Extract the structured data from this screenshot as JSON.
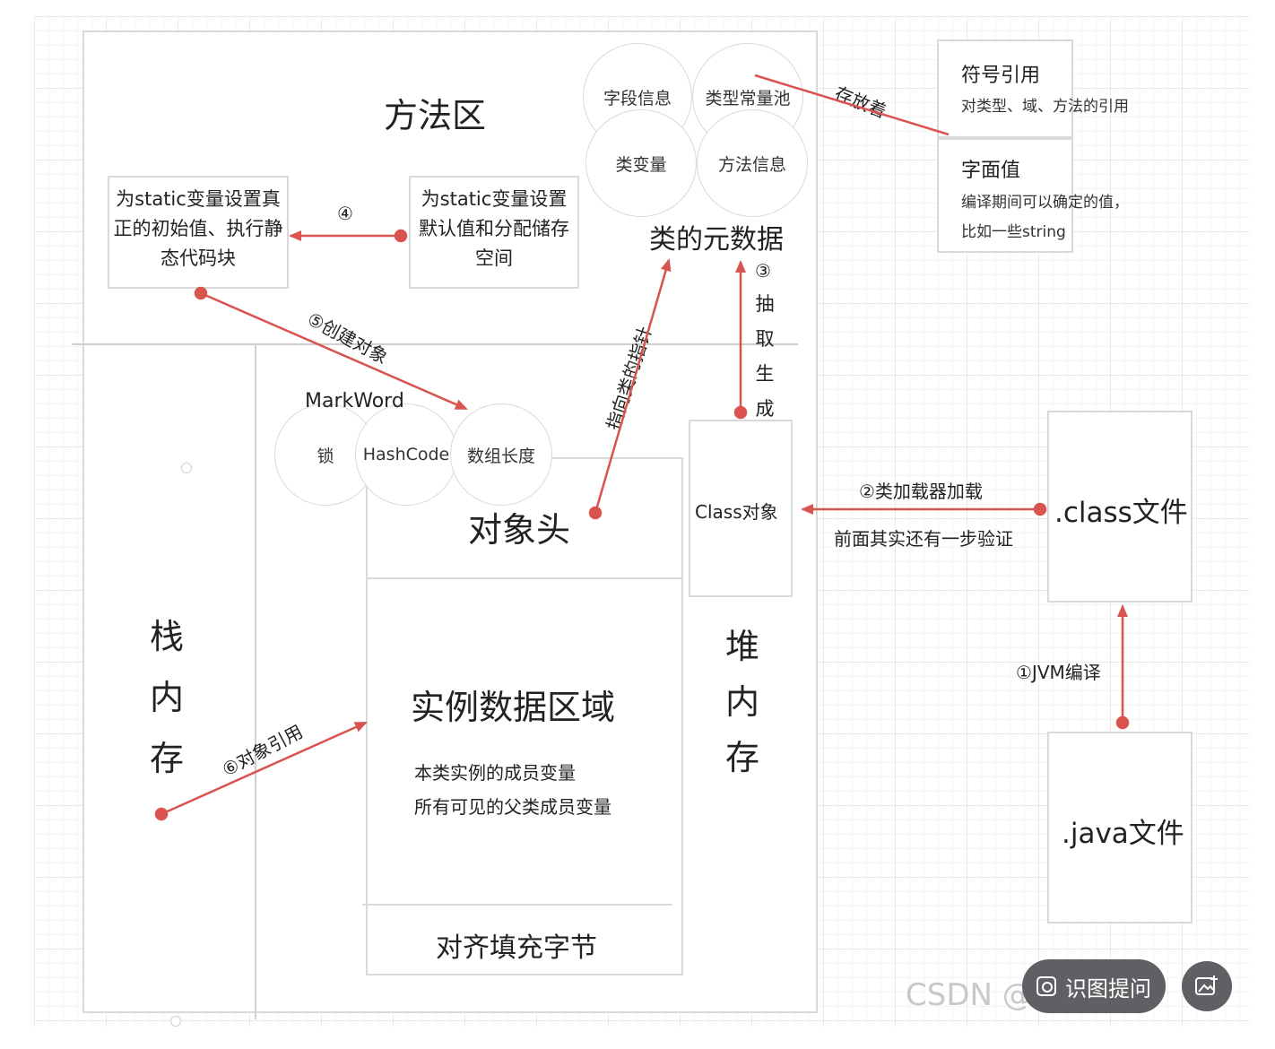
{
  "method_area": {
    "title": "方法区",
    "metadata_title": "类的元数据",
    "circles": [
      "字段信息",
      "类型常量池",
      "类变量",
      "方法信息"
    ],
    "box_init_real": "为static变量设置真正的初始值、执行静态代码块",
    "box_init_default": "为static变量设置默认值和分配储存空间",
    "step4": "④"
  },
  "constant_pool": {
    "symbol_ref_title": "符号引用",
    "symbol_ref_desc": "对类型、域、方法的引用",
    "literal_title": "字面值",
    "literal_desc1": "编译期间可以确定的值，",
    "literal_desc2": "比如一些string",
    "stores_label": "存放着"
  },
  "heap": {
    "title_chars": [
      "堆",
      "内",
      "存"
    ],
    "object_header": "对象头",
    "markword": "MarkWord",
    "header_circles": [
      "锁",
      "HashCode",
      "数组长度"
    ],
    "instance_data": "实例数据区域",
    "instance_desc1": "本类实例的成员变量",
    "instance_desc2": "所有可见的父类成员变量",
    "padding": "对齐填充字节",
    "class_object": "Class对象"
  },
  "stack": {
    "title_chars": [
      "栈",
      "内",
      "存"
    ]
  },
  "labels": {
    "step3_num": "③",
    "step3_chars": [
      "抽",
      "取",
      "生",
      "成"
    ],
    "step5": "⑤创建对象",
    "step6": "⑥对象引用",
    "pointer": "指向类的指针",
    "step2": "②类加载器加载",
    "step2_note": "前面其实还有一步验证",
    "step1": "①JVM编译"
  },
  "files": {
    "class_file": ".class文件",
    "java_file": ".java文件"
  },
  "overlay": {
    "watermark": "CSDN @",
    "ask_button": "识图提问"
  },
  "colors": {
    "arrow": "#d9534f",
    "border": "#d9d9d9",
    "overlay_bg": "#5f6063"
  }
}
